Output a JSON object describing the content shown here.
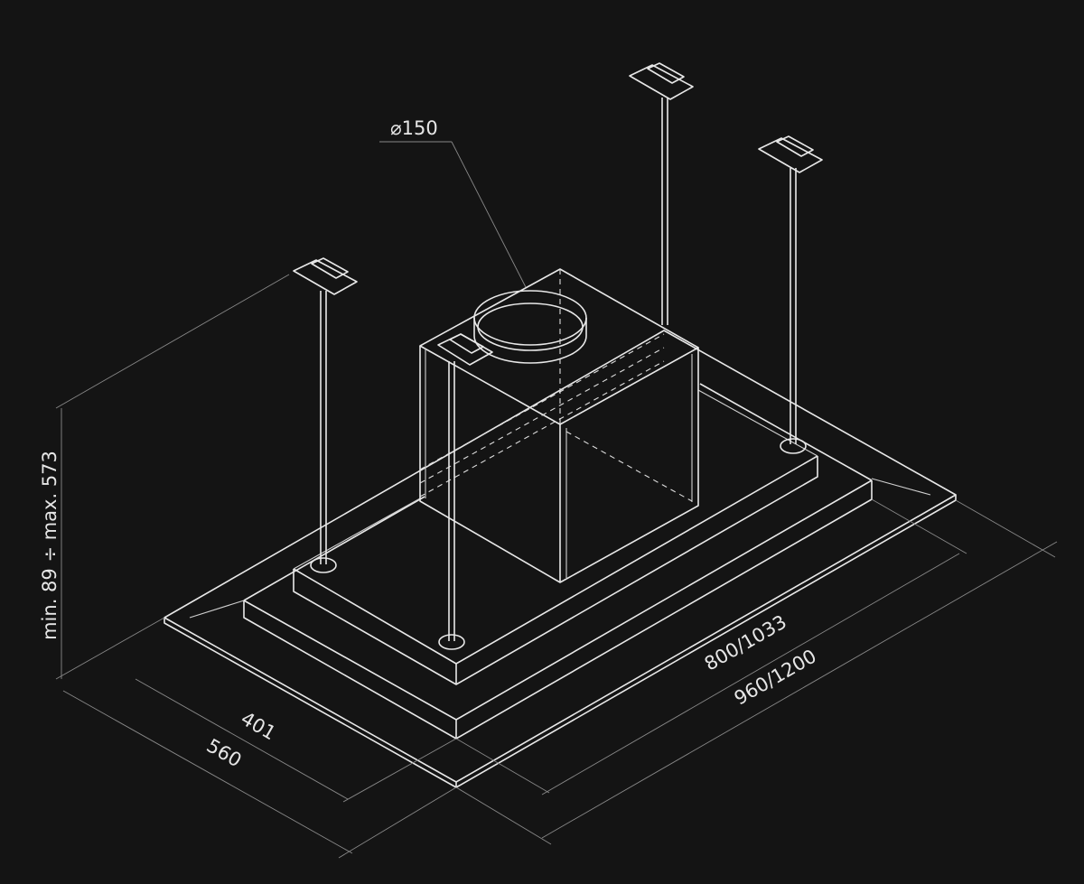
{
  "dimensions": {
    "duct_diameter": "⌀150",
    "height_range": "min. 89 ÷ max. 573",
    "inner_depth": "401",
    "outer_depth": "560",
    "inner_width": "800/1033",
    "outer_width": "960/1200"
  },
  "colors": {
    "background": "#141414",
    "line": "#e8e8e8",
    "dimension_line": "#888888"
  }
}
